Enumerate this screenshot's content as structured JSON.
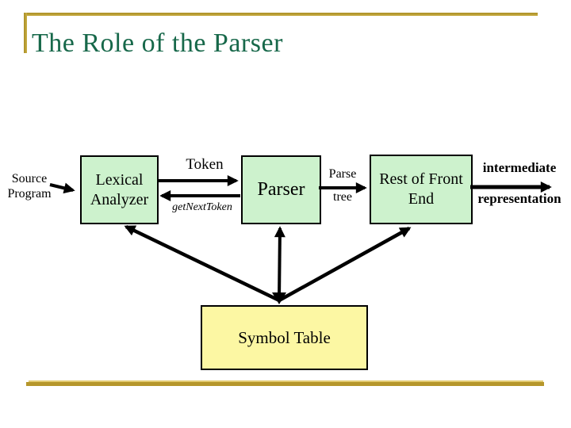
{
  "slide": {
    "title": "The Role of the Parser",
    "colors": {
      "title_green": "#17684a",
      "gold_accent": "#b5962b",
      "gold_light": "#e3cc73",
      "box_green": "#cdf2cd",
      "box_yellow": "#fcf7a3",
      "arrow_black": "#000000"
    }
  },
  "diagram": {
    "source": {
      "line1": "Source",
      "line2": "Program"
    },
    "lexical_box": {
      "line1": "Lexical",
      "line2": "Analyzer"
    },
    "token_label": "Token",
    "get_next_token_label": "getNextToken",
    "parser_box": "Parser",
    "parse_tree": {
      "line1": "Parse",
      "line2": "tree"
    },
    "rest_box": {
      "line1": "Rest of Front",
      "line2": "End"
    },
    "intermediate": {
      "line1": "intermediate",
      "line2": "representation"
    },
    "symbol_table_box": "Symbol Table"
  }
}
